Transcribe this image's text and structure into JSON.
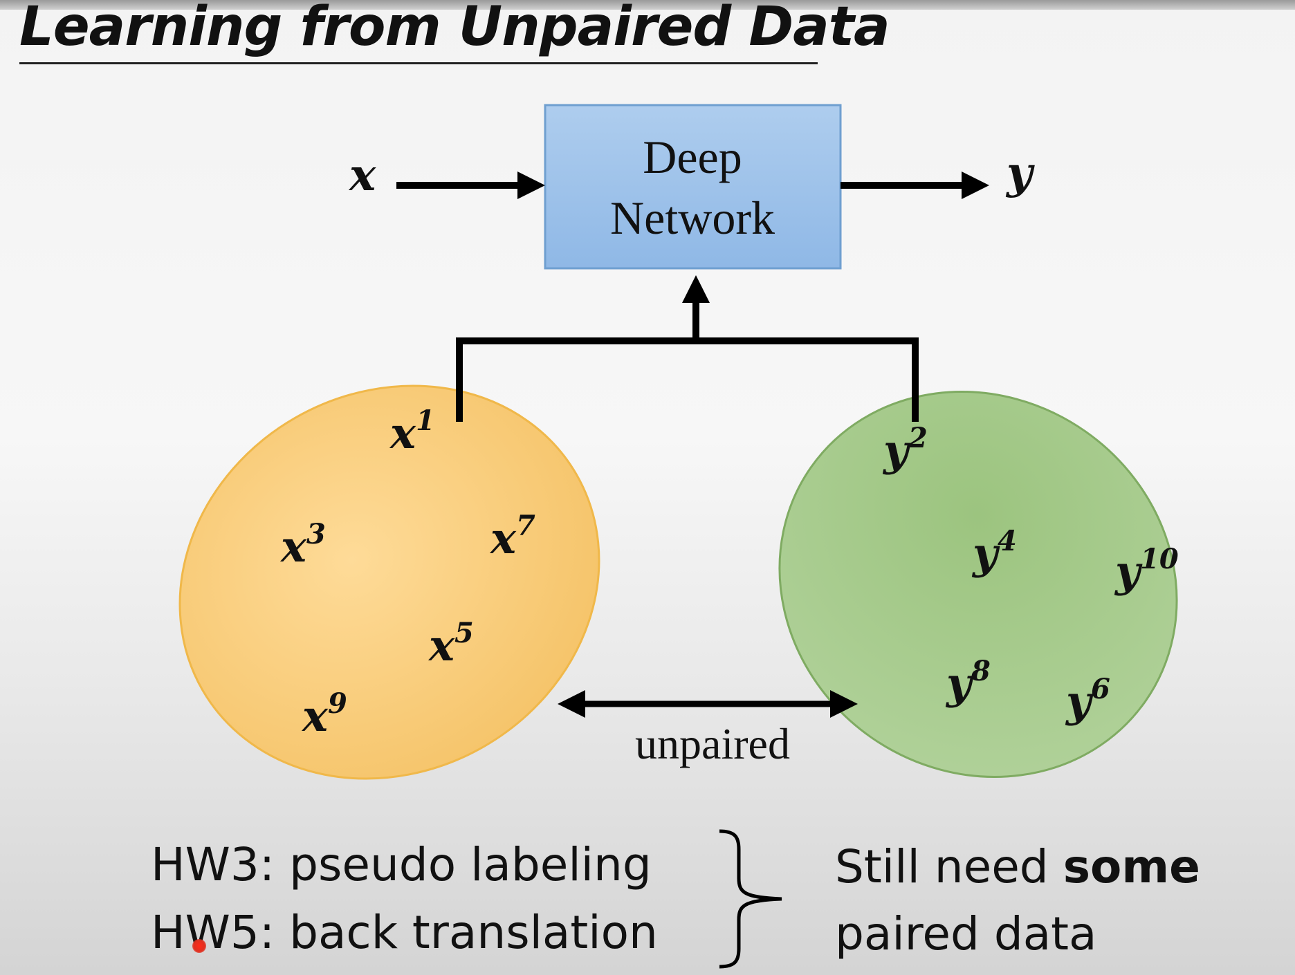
{
  "title": "Learning from Unpaired Data",
  "network_box": {
    "line1": "Deep",
    "line2": "Network",
    "fill": "#9dc3e6",
    "stroke": "#6f9fd0"
  },
  "input_label": "x",
  "output_label": "y",
  "x_set": {
    "fill": "#fdd38a",
    "stroke": "#f0b84a",
    "items": [
      {
        "base": "x",
        "sup": "1"
      },
      {
        "base": "x",
        "sup": "3"
      },
      {
        "base": "x",
        "sup": "7"
      },
      {
        "base": "x",
        "sup": "5"
      },
      {
        "base": "x",
        "sup": "9"
      }
    ]
  },
  "y_set": {
    "fill": "#a5c98b",
    "stroke": "#7fab62",
    "items": [
      {
        "base": "y",
        "sup": "2"
      },
      {
        "base": "y",
        "sup": "4"
      },
      {
        "base": "y",
        "sup": "10"
      },
      {
        "base": "y",
        "sup": "8"
      },
      {
        "base": "y",
        "sup": "6"
      }
    ]
  },
  "unpaired_label": "unpaired",
  "homework": [
    "HW3: pseudo labeling",
    "HW5: back translation"
  ],
  "note": {
    "line1_plain": "Still need ",
    "line1_bold": "some",
    "line2": "paired data"
  }
}
